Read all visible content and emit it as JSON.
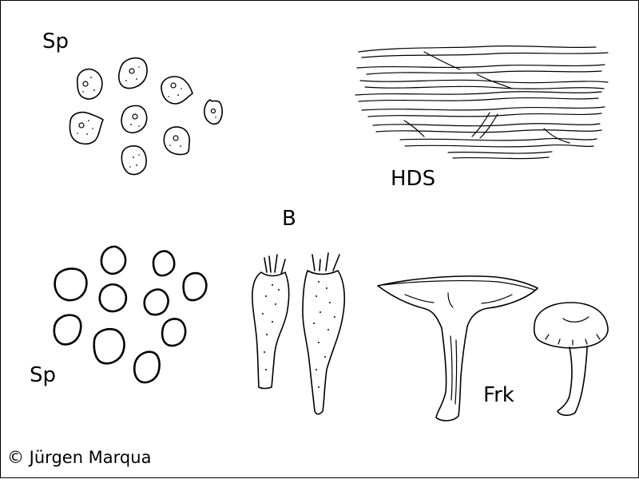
{
  "plate": {
    "labels": {
      "spores_top": "Sp",
      "cuticle": "HDS",
      "basidia": "B",
      "spores_bottom": "Sp",
      "fruitbodies": "Frk"
    },
    "copyright": "© Jürgen Marqua",
    "ink_color": "#000000",
    "background_color": "#ffffff"
  }
}
